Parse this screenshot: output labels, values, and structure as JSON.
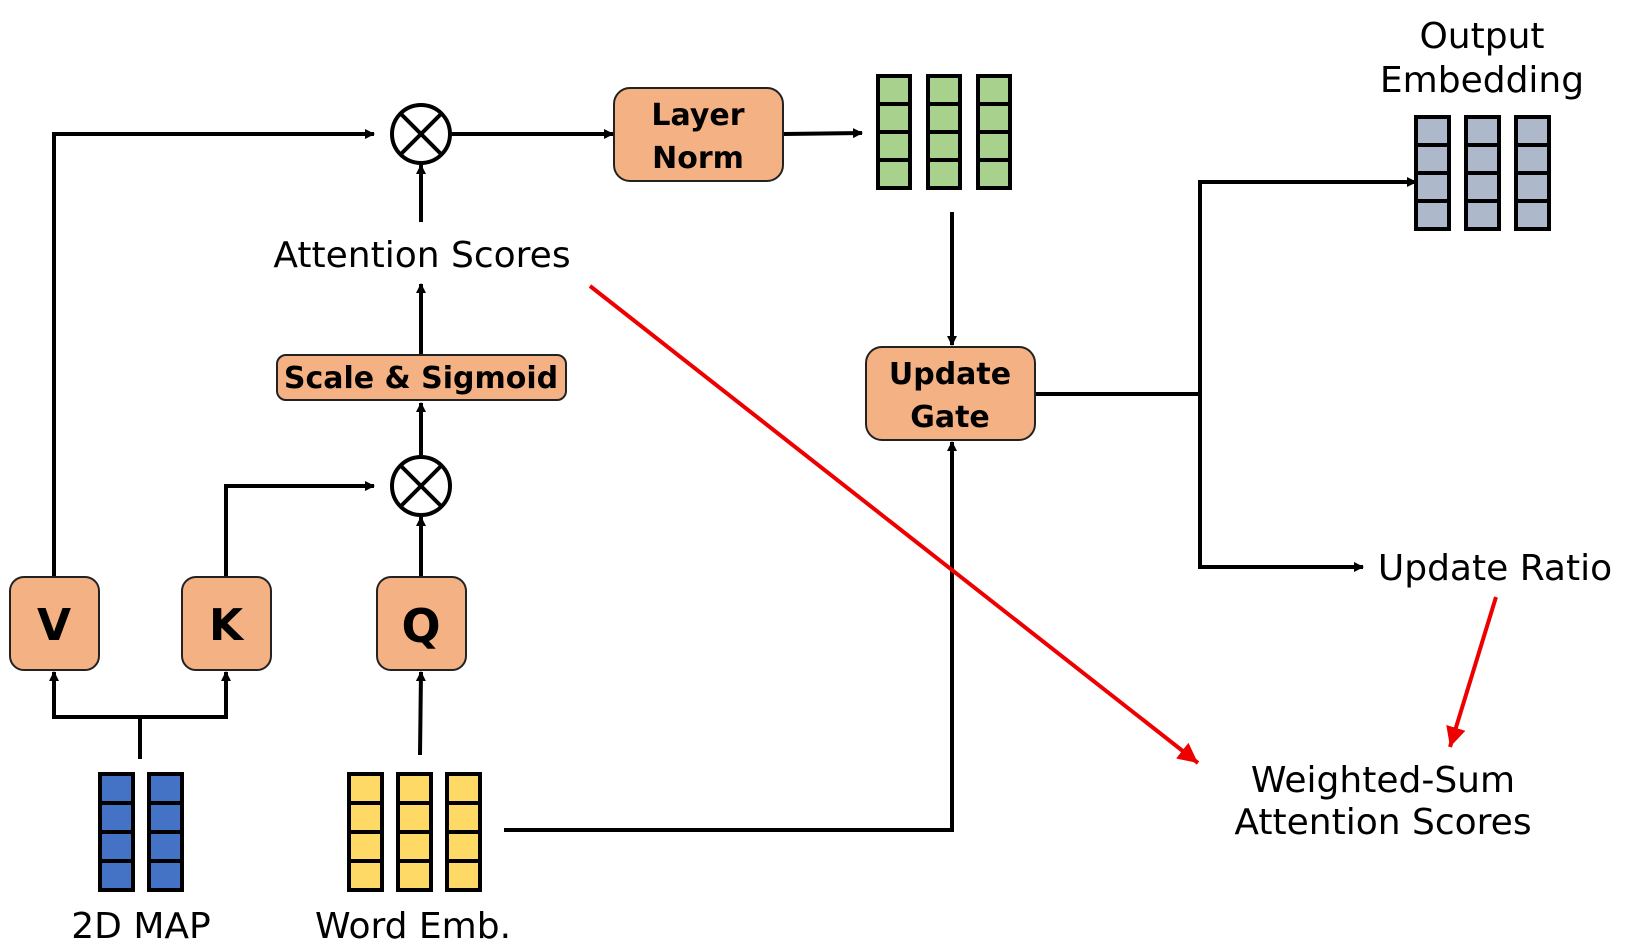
{
  "colors": {
    "box_fill": "#f4b183",
    "box_stroke": "#222222",
    "line": "#000000",
    "highlight_arrow": "#ee0000",
    "blue_cell": "#4472c4",
    "yellow_cell": "#ffd966",
    "green_cell": "#a9d18e",
    "gray_cell": "#adb9ca"
  },
  "labels": {
    "v": "V",
    "k": "K",
    "q": "Q",
    "scale_sigmoid": "Scale & Sigmoid",
    "layer_norm_line1": "Layer",
    "layer_norm_line2": "Norm",
    "update_gate_line1": "Update",
    "update_gate_line2": "Gate",
    "attention_scores": "Attention Scores",
    "output_embedding_line1": "Output",
    "output_embedding_line2": "Embedding",
    "update_ratio": "Update Ratio",
    "weighted_sum_line1": "Weighted-Sum",
    "weighted_sum_line2": "Attention Scores",
    "map_2d": "2D MAP",
    "word_emb": "Word Emb."
  },
  "icons": {
    "multiply": "circled-times-icon"
  }
}
